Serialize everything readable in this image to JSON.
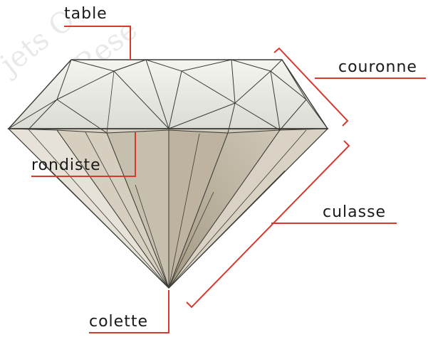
{
  "watermark": {
    "text_1": "jets O",
    "text_2": "Rese"
  },
  "labels": {
    "table": "table",
    "couronne": "couronne",
    "rondiste": "rondiste",
    "culasse": "culasse",
    "colette": "colette"
  },
  "colors": {
    "leader_line": "#d63a2e",
    "facet_edge": "#3b3b36",
    "crown_light": "#ebebe6",
    "pavilion": "#c2b9a8"
  }
}
